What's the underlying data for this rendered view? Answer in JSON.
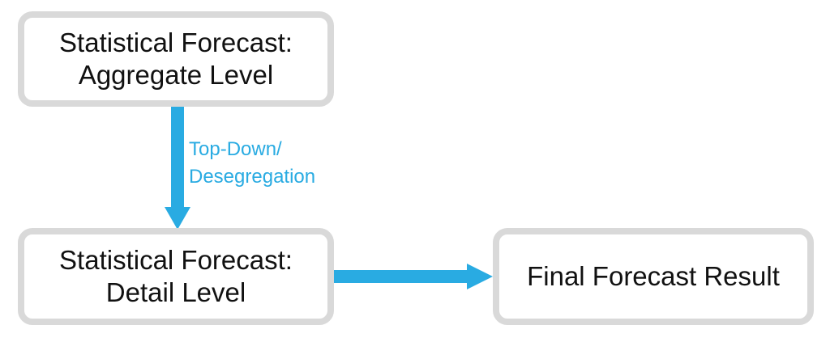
{
  "nodes": {
    "aggregate": {
      "line1": "Statistical Forecast:",
      "line2": "Aggregate Level"
    },
    "detail": {
      "line1": "Statistical Forecast:",
      "line2": "Detail Level"
    },
    "final": {
      "label": "Final Forecast Result"
    }
  },
  "edges": {
    "aggregate_to_detail": {
      "line1": "Top-Down/",
      "line2": "Desegregation"
    }
  },
  "colors": {
    "arrow": "#29abe2",
    "box_border": "#d9d9d9",
    "text": "#111111"
  }
}
